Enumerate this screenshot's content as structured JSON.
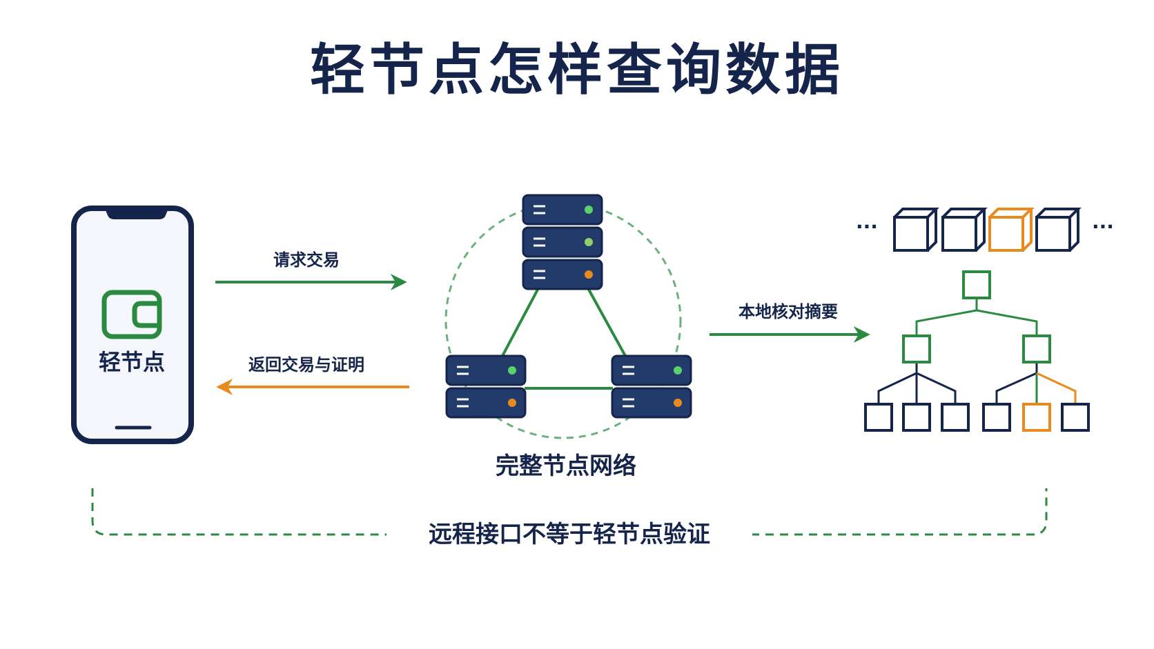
{
  "title": "轻节点怎样查询数据",
  "light_node": {
    "label": "轻节点",
    "icon": "wallet-icon"
  },
  "flows": {
    "request": "请求交易",
    "response": "返回交易与证明",
    "verify": "本地核对摘要"
  },
  "full_node_network": {
    "label": "完整节点网络",
    "icon": "server-rack-icon"
  },
  "chain": {
    "ellipsis_left": "···",
    "ellipsis_right": "···",
    "highlighted_block": 3
  },
  "footer_note": "远程接口不等于轻节点验证",
  "colors": {
    "navy": "#14244a",
    "green": "#2a8a40",
    "orange": "#e88b1e",
    "server_fill": "#233b6b",
    "dashed_green": "#6ab07e"
  }
}
